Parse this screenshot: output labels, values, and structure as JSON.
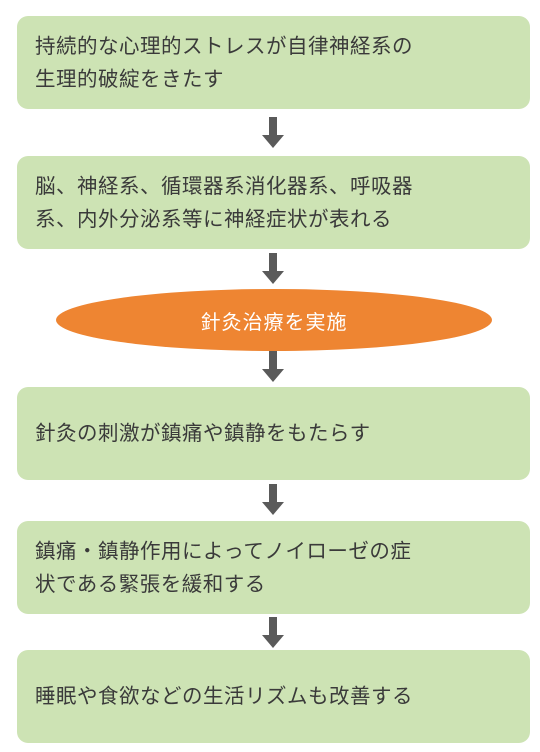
{
  "flow": {
    "step1": {
      "line1": "持続的な心理的ストレスが自律神経系の",
      "line2": "生理的破綻をきたす"
    },
    "step2": {
      "line1": "脳、神経系、循環器系消化器系、呼吸器",
      "line2": "系、内外分泌系等に神経症状が表れる"
    },
    "treatment": "針灸治療を実施",
    "step3": {
      "line1": "針灸の刺激が鎮痛や鎮静をもたらす"
    },
    "step4": {
      "line1": "鎮痛・鎮静作用によってノイローゼの症",
      "line2": "状である緊張を緩和する"
    },
    "step5": {
      "line1": "睡眠や食欲などの生活リズムも改善する"
    }
  },
  "colors": {
    "box_fill": "#cde3b4",
    "ellipse_fill": "#ee8532",
    "arrow": "#5a5a5a",
    "text": "#3a3a3a"
  },
  "icons": {
    "connector": "down-arrow-icon"
  }
}
